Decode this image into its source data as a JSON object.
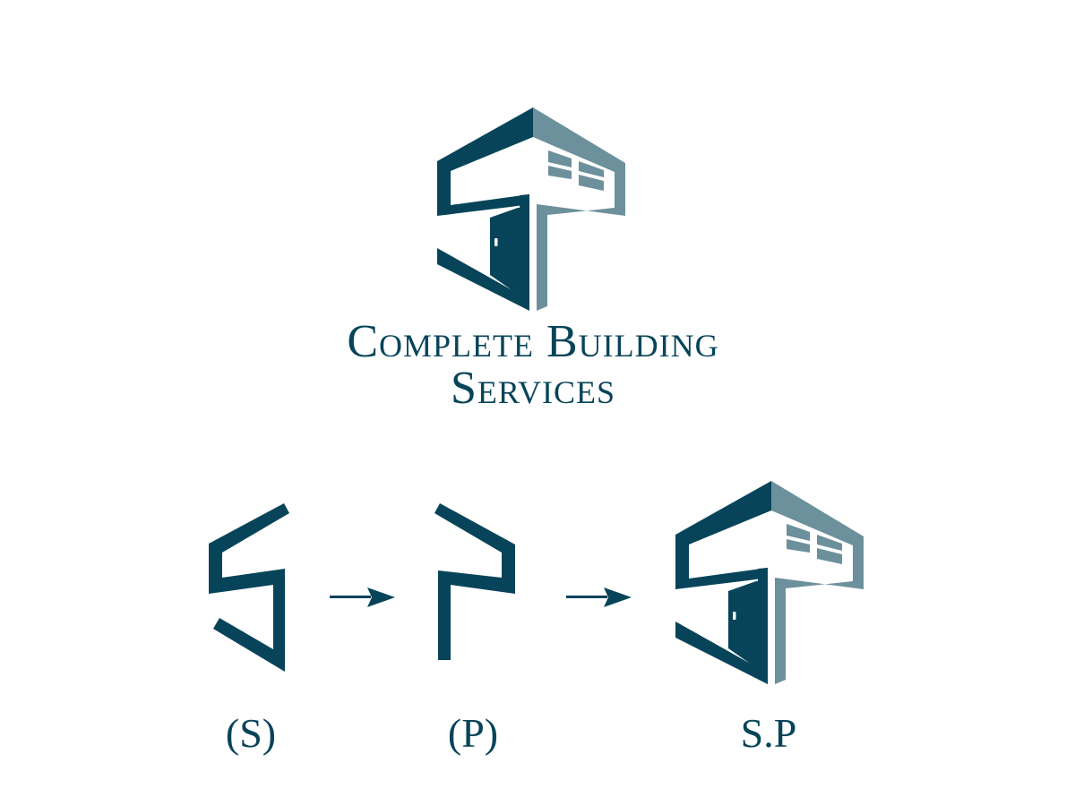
{
  "brand": {
    "name_line_1": "Complete Building",
    "name_line_2": "Services"
  },
  "concept": {
    "steps": [
      {
        "label": "(S)",
        "icon": "s-letter-shape-icon"
      },
      {
        "label": "(P)",
        "icon": "p-letter-shape-icon"
      },
      {
        "label": "S.P",
        "icon": "building-logo-icon"
      }
    ],
    "connector_icon": "arrow-right-icon"
  },
  "colors": {
    "primary_dark_teal": "#07445a",
    "secondary_slate": "#6c909c",
    "background": "#ffffff"
  }
}
